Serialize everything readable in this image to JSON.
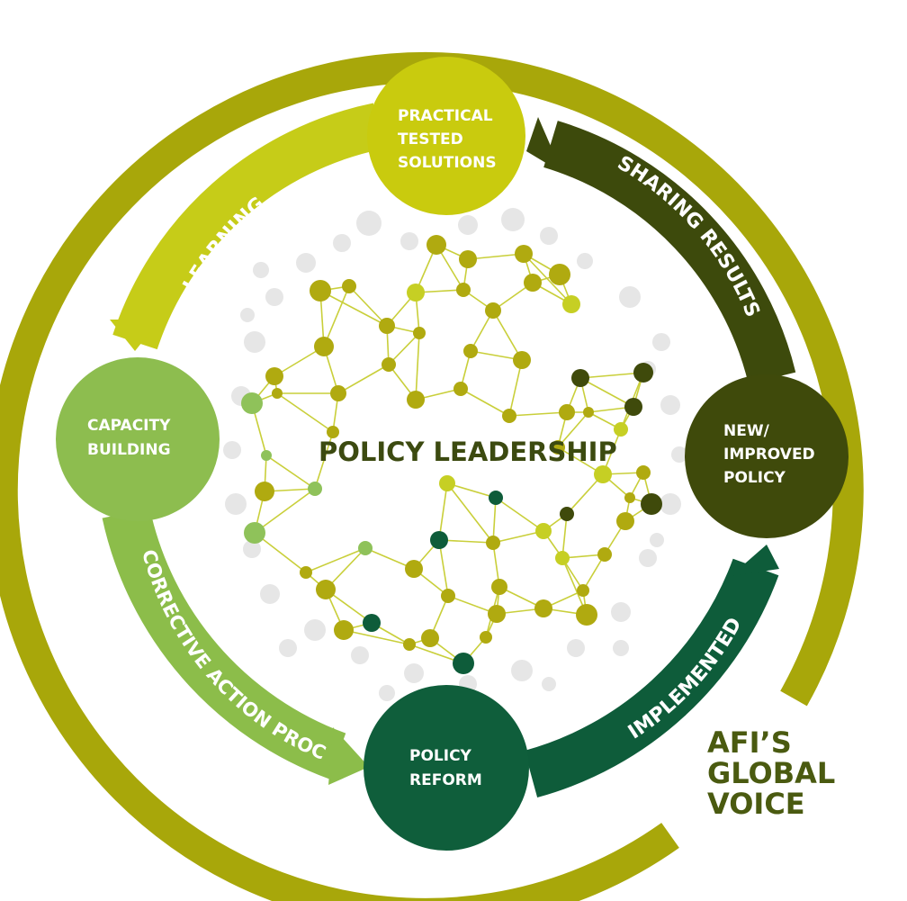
{
  "colors": {
    "outer_ring": "#a8a70a",
    "learning": "#c6cc18",
    "sharing": "#3d4a0c",
    "implemented": "#0e5c3a",
    "corrective": "#8cbd4a",
    "practical": "#c9cb0e",
    "new_policy": "#3f4a0b",
    "policy_reform": "#0f5e3b",
    "capacity": "#8dbd4f",
    "network_line": "#c9cf3a",
    "network_node_olive": "#b0aa10",
    "network_node_lime": "#c6cf24",
    "network_node_dark": "#3f4a0b",
    "network_node_green": "#0e5c3a",
    "network_node_light": "#8fc25a",
    "background_node": "#e6e6e6",
    "center_text": "#3c4a10",
    "voice_text": "#4a5a10"
  },
  "center": {
    "label": "POLICY LEADERSHIP"
  },
  "nodes": {
    "practical": {
      "lines": [
        "PRACTICAL",
        "TESTED",
        "SOLUTIONS"
      ]
    },
    "new_policy": {
      "lines": [
        "NEW/",
        "IMPROVED",
        "POLICY"
      ]
    },
    "policy_reform": {
      "lines": [
        "POLICY",
        "REFORM"
      ]
    },
    "capacity": {
      "lines": [
        "CAPACITY",
        "BUILDING"
      ]
    }
  },
  "arrows": {
    "learning": "LEARNING",
    "sharing": "SHARING RESULTS",
    "implemented": "IMPLEMENTED",
    "corrective": "CORRECTIVE ACTION PROCESS"
  },
  "voice": {
    "lines": [
      "AFI’S",
      "GLOBAL",
      "VOICE"
    ]
  }
}
